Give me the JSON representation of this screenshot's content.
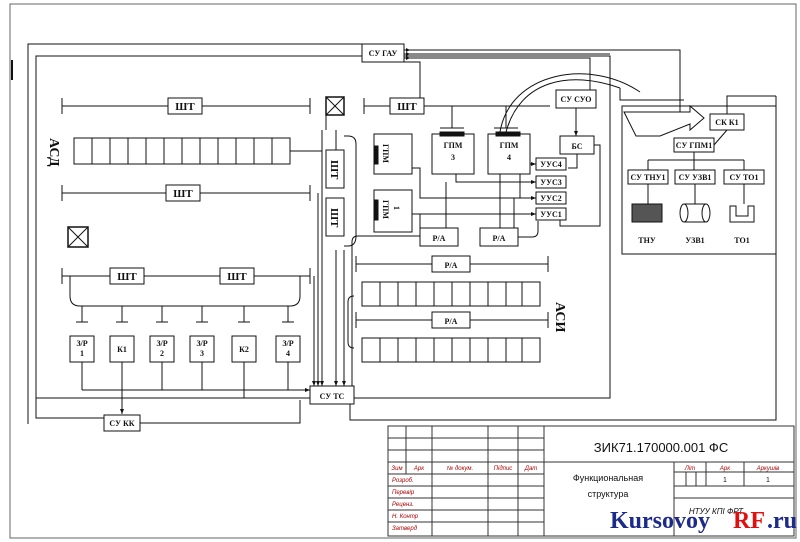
{
  "diagram": {
    "blocks": {
      "su_gau": "СУ ГАУ",
      "sht_a": "ШТ",
      "sht_b": "ШТ",
      "sht_c": "ШТ",
      "sht_d": "ШТ",
      "sht_e": "ШТ",
      "sht_v1": "ШТ",
      "sht_v2": "ШТ",
      "gpm": "ГПМ",
      "gpm3": "ГПМ",
      "gpm3_num": "3",
      "gpm4": "ГПМ",
      "gpm4_num": "4",
      "gpm1": "ГПМ",
      "gpm1_num": "1",
      "su_suo": "СУ СУО",
      "bs": "БС",
      "uus4": "УУС4",
      "uus3": "УУС3",
      "uus2": "УУС2",
      "uus1": "УУС1",
      "ra1": "Р/А",
      "ra2": "Р/А",
      "ra3": "Р/А",
      "ra4": "Р/А",
      "zr1": "З/Р",
      "zr1_num": "1",
      "k1": "К1",
      "zr2": "З/Р",
      "zr2_num": "2",
      "zr3": "З/Р",
      "zr3_num": "3",
      "k2": "К2",
      "zr4": "З/Р",
      "zr4_num": "4",
      "su_ts": "СУ ТС",
      "su_kk": "СУ КК",
      "sk_k1": "СК К1",
      "su_gpm1": "СУ ГПМ1",
      "su_tnu1": "СУ ТНУ1",
      "su_uzv1": "СУ УЗВ1",
      "su_to1": "СУ ТО1",
      "tnu": "ТНУ",
      "uzv1": "УЗВ1",
      "to1": "ТО1"
    },
    "side_labels": {
      "left": "АСД",
      "right": "АСИ"
    }
  },
  "title_block": {
    "doc_code": "ЗИК71.170000.001 ФС",
    "col_headers": [
      "Зим",
      "Арк",
      "№ докум.",
      "Підпис",
      "Дат"
    ],
    "row_labels": [
      "Розроб.",
      "Перевір",
      "Реценз.",
      "Н. Контр",
      "Затверд"
    ],
    "title_line1": "Функциональная",
    "title_line2": "структура",
    "lit_label": "Літ",
    "ark_label": "Арк",
    "arkushiv_label": "Аркушів",
    "ark_value": "1",
    "arkushiv_value": "1",
    "org": "НТУУ КПІ ФРТ"
  },
  "watermark": {
    "part1": "Kursovoy",
    "part2": "RF",
    "part3": ".ru"
  }
}
